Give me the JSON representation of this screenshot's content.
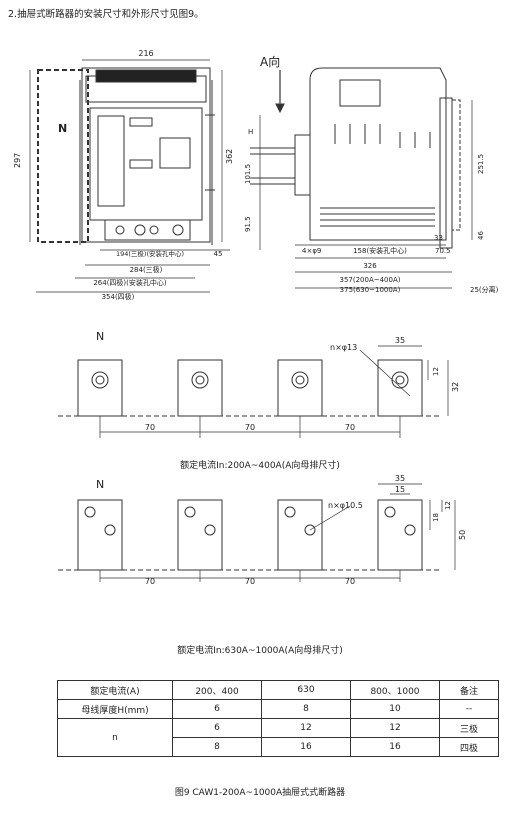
{
  "intro": "2.抽屉式断路器的安装尺寸和外形尺寸见图9。",
  "front_view": {
    "dim_top": "216",
    "dim_left": "297",
    "dim_right": "362",
    "label_n": "N",
    "dim_194": "194(三极)(安装孔中心)",
    "dim_45": "45",
    "dim_284": "284(三极)",
    "dim_264": "264(四极)(安装孔中心)",
    "dim_354": "354(四极)"
  },
  "side_view": {
    "a_dir": "A向",
    "h": "H",
    "d101": "101.5",
    "d91": "91.5",
    "d251": "251.5",
    "d46": "46",
    "d33": "33",
    "holes": "4×φ9",
    "d158": "158(安装孔中心)",
    "d705": "70.5",
    "d326": "326",
    "d357": "357(200A~400A)",
    "d375": "375(630~1000A)",
    "d25": "25(分离)"
  },
  "busbar1": {
    "label_n": "N",
    "hole": "n×φ13",
    "d35": "35",
    "d12": "12",
    "d32": "32",
    "spacing": [
      "70",
      "70",
      "70"
    ],
    "caption": "额定电流In:200A~400A(A向母排尺寸)"
  },
  "busbar2": {
    "label_n": "N",
    "hole": "n×φ10.5",
    "d35": "35",
    "d15": "15",
    "d18": "18",
    "d12": "12",
    "d50": "50",
    "spacing": [
      "70",
      "70",
      "70"
    ],
    "caption": "额定电流In:630A~1000A(A向母排尺寸)"
  },
  "table": {
    "headers": [
      "额定电流(A)",
      "200、400",
      "630",
      "800、1000",
      "备注"
    ],
    "row_h": [
      "母线厚度H(mm)",
      "6",
      "8",
      "10",
      "--"
    ],
    "row_n_label": "n",
    "row_n1": [
      "6",
      "12",
      "12",
      "三极"
    ],
    "row_n2": [
      "8",
      "16",
      "16",
      "四极"
    ]
  },
  "figure_caption": "图9 CAW1-200A~1000A抽屉式式断路器"
}
